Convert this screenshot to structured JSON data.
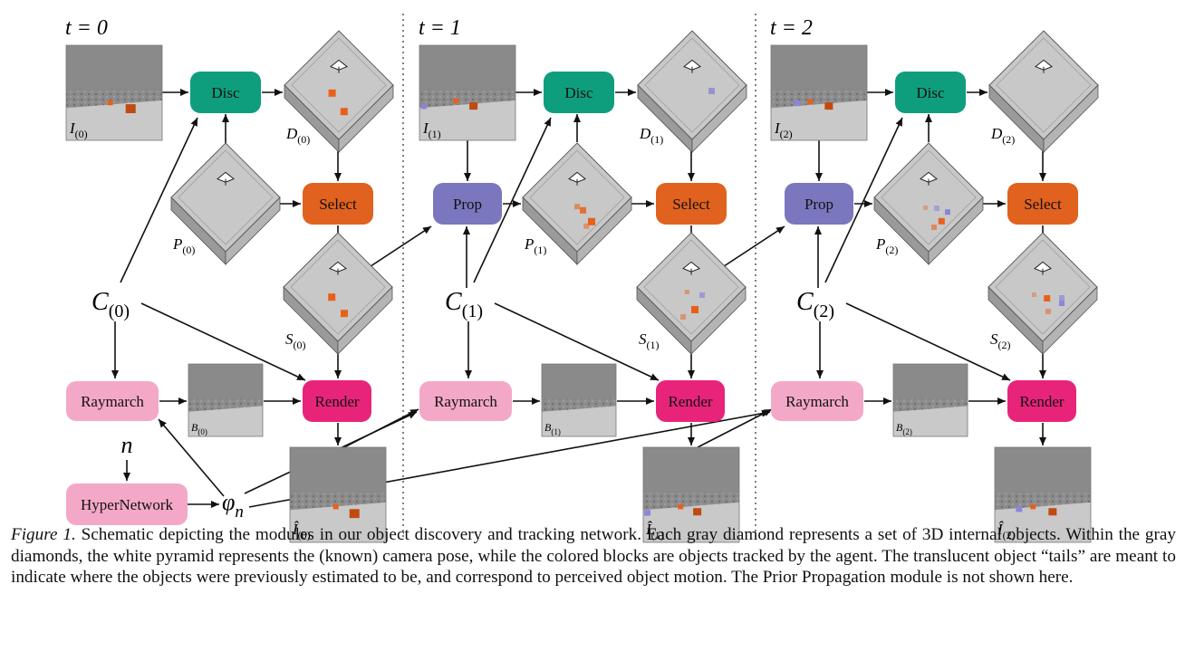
{
  "time_headers": [
    {
      "label": "t = 0"
    },
    {
      "label": "t = 1"
    },
    {
      "label": "t = 2"
    }
  ],
  "modules": {
    "disc": "Disc",
    "select": "Select",
    "prop": "Prop",
    "render": "Render",
    "raymarch": "Raymarch",
    "hypernetwork": "HyperNetwork"
  },
  "variables": {
    "n": "n",
    "phi": "φ",
    "phi_sub": "n"
  },
  "steps": [
    {
      "image": "I",
      "disc_state": "D",
      "prior_state": "P",
      "selected_state": "S",
      "context": "C",
      "background": "B",
      "rendered": "Î",
      "index": "(0)"
    },
    {
      "image": "I",
      "disc_state": "D",
      "prior_state": "P",
      "selected_state": "S",
      "context": "C",
      "background": "B",
      "rendered": "Î",
      "index": "(1)"
    },
    {
      "image": "I",
      "disc_state": "D",
      "prior_state": "P",
      "selected_state": "S",
      "context": "C",
      "background": "B",
      "rendered": "Î",
      "index": "(2)"
    }
  ],
  "colors": {
    "disc": "#0e9e7e",
    "select": "#e0621e",
    "prop": "#7a77be",
    "render": "#e8247a",
    "raymarch": "#f4a8c8",
    "hypernetwork": "#f4a8c8",
    "diamond": "#c8c8c8",
    "block": "#e8601a",
    "blue_block": "#8a86d8"
  },
  "caption": {
    "label": "Figure 1.",
    "text": "Schematic depicting the modules in our object discovery and tracking network. Each gray diamond represents a set of 3D internal objects. Within the gray diamonds, the white pyramid represents the (known) camera pose, while the colored blocks are objects tracked by the agent. The translucent object “tails” are meant to indicate where the objects were previously estimated to be, and correspond to perceived object motion. The Prior Propagation module is not shown here."
  }
}
